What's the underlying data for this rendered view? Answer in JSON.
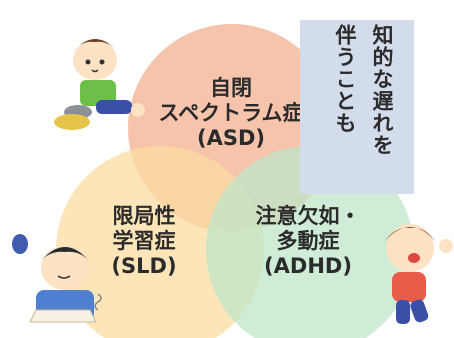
{
  "circles": [
    {
      "id": "asd",
      "color": "#f3b08f",
      "lines": [
        "自閉",
        "スペクトラム症",
        "(ASD)"
      ]
    },
    {
      "id": "sld",
      "color": "#fbdca1",
      "lines": [
        "限局性",
        "学習症",
        "(SLD)"
      ]
    },
    {
      "id": "adhd",
      "color": "#bfe6c8",
      "lines": [
        "注意欠如・",
        "多動症",
        "(ADHD)"
      ]
    }
  ],
  "note": {
    "color": "#d3dcea",
    "columns": [
      "知的な遅れを",
      "伴うことも"
    ]
  },
  "illustrations": {
    "child_top_left": "child-playing-with-toy-cars-icon",
    "child_bottom_left": "child-reading-book-icon",
    "child_right": "child-running-shouting-icon"
  }
}
